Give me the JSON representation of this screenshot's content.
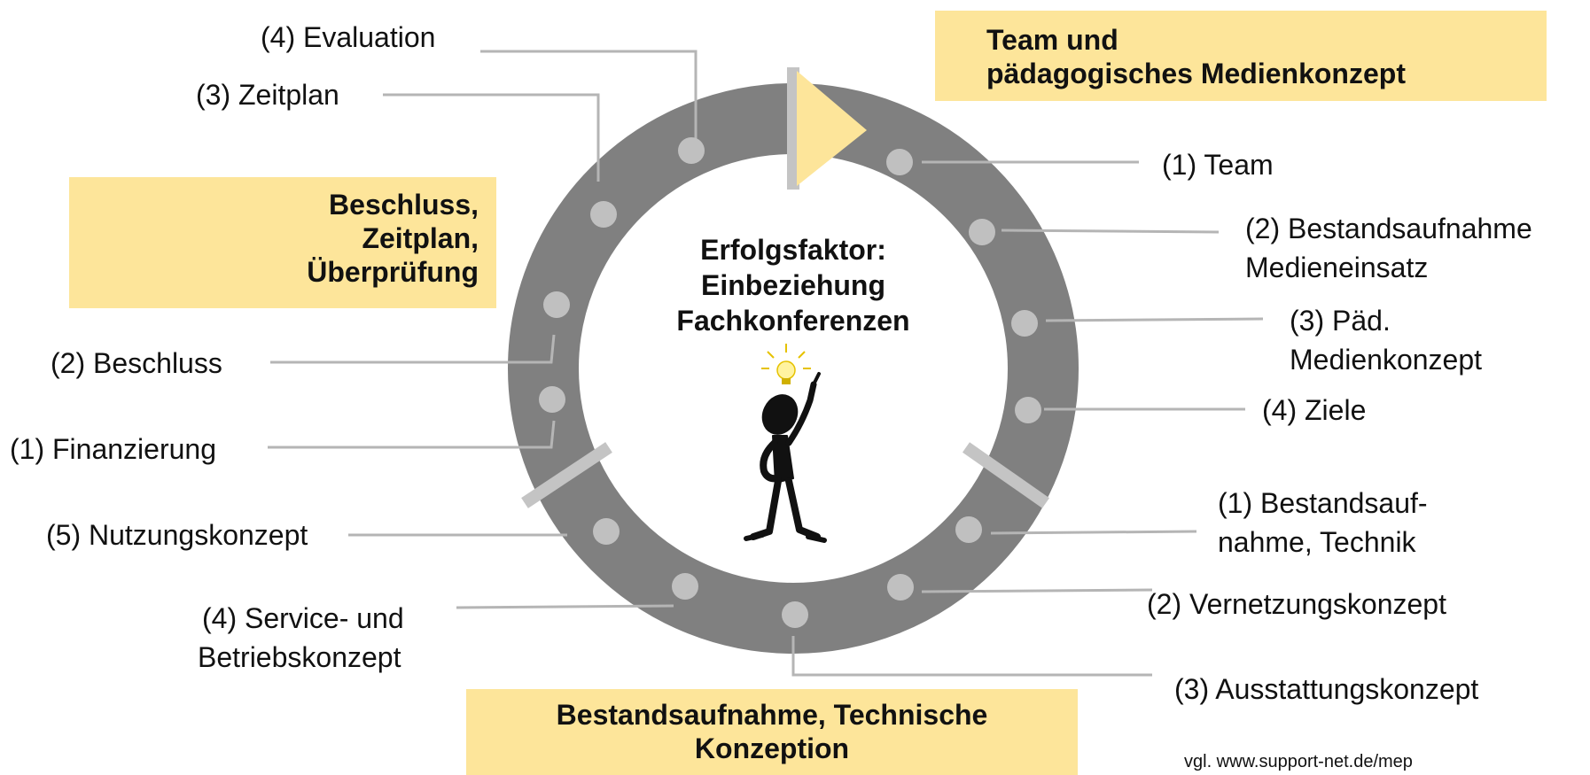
{
  "phase_boxes": {
    "top_right": [
      "Team und",
      "pädagogisches Medienkonzept"
    ],
    "left": [
      "Beschluss,",
      "Zeitplan,",
      "Überprüfung"
    ],
    "bottom": [
      "Bestandsaufnahme, Technische",
      "Konzeption"
    ]
  },
  "center": [
    "Erfolgsfaktor:",
    "Einbeziehung",
    "Fachkonferenzen"
  ],
  "steps": {
    "team_phase": [
      "(1) Team",
      "(2) Bestandsaufnahme",
      "Medieneinsatz",
      "(3) Päd.",
      "Medienkonzept",
      "(4) Ziele"
    ],
    "technical_phase": [
      "(1) Bestandsauf-",
      "nahme, Technik",
      "(2) Vernetzungskonzept",
      "(3) Ausstattungskonzept",
      "(4) Service- und",
      "Betriebskonzept",
      "(5) Nutzungskonzept"
    ],
    "decision_phase": [
      "(1) Finanzierung",
      "(2) Beschluss",
      "(3) Zeitplan",
      "(4) Evaluation"
    ]
  },
  "footer": "vgl. www.support-net.de/mep",
  "colors": {
    "ring": "#808080",
    "dot": "#c0c0c0",
    "highlight": "#fde59a"
  }
}
